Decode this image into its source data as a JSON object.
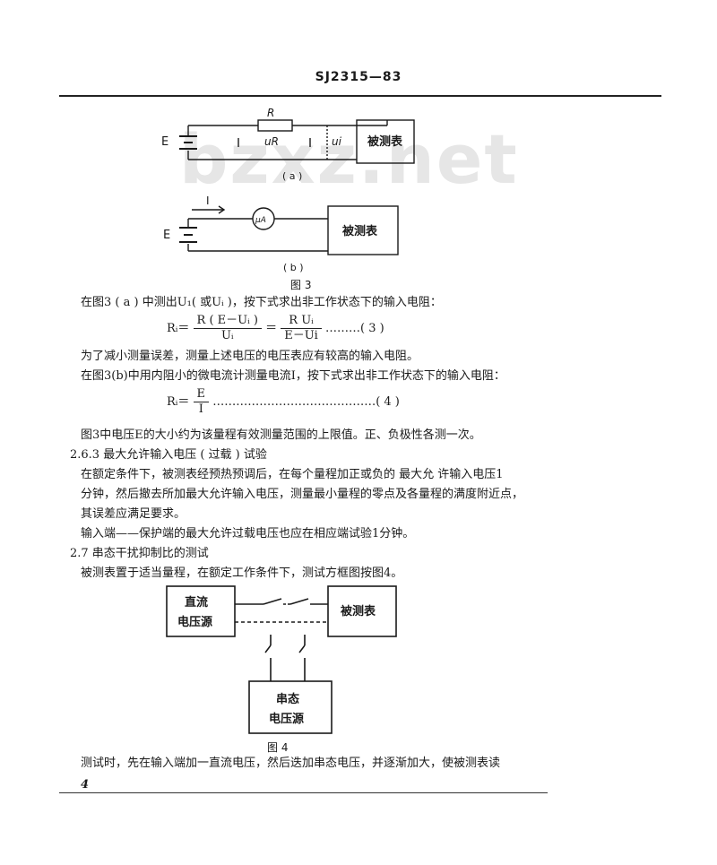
{
  "header": {
    "doc_no": "SJ2315—83"
  },
  "watermark": "bzxz.net",
  "figure3": {
    "a": {
      "E": "E",
      "R": "R",
      "uR": "uR",
      "ui": "ui",
      "meter": "被测表",
      "caption": "( a )"
    },
    "b": {
      "I": "I",
      "uA": "μA",
      "E": "E",
      "meter": "被测表",
      "caption": "( b )"
    },
    "label": "图    3"
  },
  "text": {
    "p1": "在图3 ( a ) 中测出U₁( 或Uᵢ )，按下式求出非工作状态下的输入电阻：",
    "eq3": {
      "lhs": "Rᵢ＝",
      "num1": "R ( E－Uᵢ )",
      "den1": "Uᵢ",
      "eqsign": "＝",
      "num2": "R Uᵢ",
      "den2": "E－Ui",
      "tail": "………( 3 )"
    },
    "p2": "为了减小测量误差，测量上述电压的电压表应有较高的输入电阻。",
    "p3": "在图3(b)中用内阻小的微电流计测量电流I，按下式求出非工作状态下的输入电阻：",
    "eq4": {
      "lhs": "Rᵢ＝",
      "num": "E",
      "den": "I",
      "tail": "……………………………………( 4 )"
    },
    "p4": "图3中电压E的大小约为该量程有效测量范围的上限值。正、负极性各测一次。",
    "s263": "2.6.3   最大允许输入电压 ( 过载 ) 试验",
    "p5": "在额定条件下，被测表经预热预调后，在每个量程加正或负的 最大允 许输入电压1",
    "p6": "分钟，然后撤去所加最大允许输入电压，测量最小量程的零点及各量程的满度附近点，",
    "p7": "其误差应满足要求。",
    "p8": "输入端——保护端的最大允许过载电压也应在相应端试验1分钟。",
    "s27": "2.7    串态干扰抑制比的测试",
    "p9": "被测表置于适当量程，在额定工作条件下，测试方框图按图4。",
    "p10": "测试时，先在输入端加一直流电压，然后迭加串态电压，并逐渐加大，使被测表读"
  },
  "figure4": {
    "dc_source": [
      "直流",
      "电压源"
    ],
    "meter": "被测表",
    "series_source": [
      "串态",
      "电压源"
    ],
    "label": "图    4"
  },
  "page_number": "4"
}
